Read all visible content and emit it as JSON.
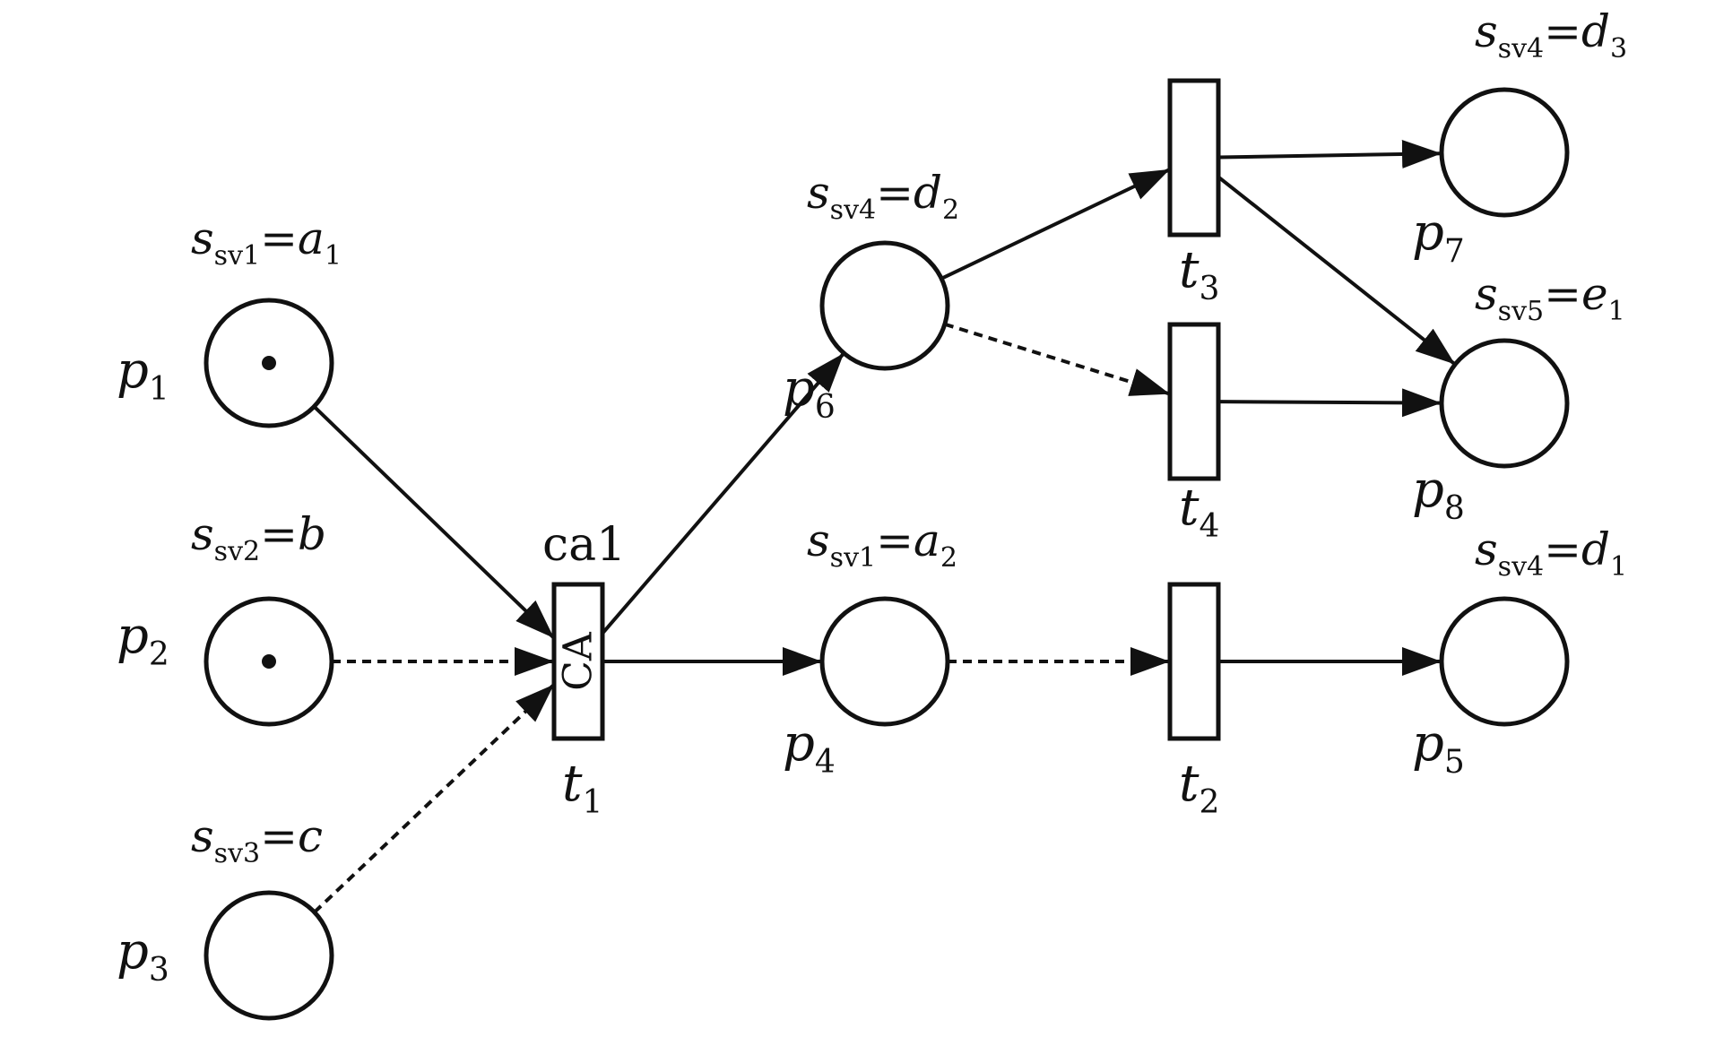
{
  "places": [
    {
      "id": "p1",
      "name": {
        "main": "p",
        "sub": "1"
      },
      "tokens": 1,
      "state": {
        "var": "s",
        "sub": "sv1",
        "eq": "=",
        "val": "a",
        "val_sub": "1"
      }
    },
    {
      "id": "p2",
      "name": {
        "main": "p",
        "sub": "2"
      },
      "tokens": 1,
      "state": {
        "var": "s",
        "sub": "sv2",
        "eq": "=",
        "val": "b",
        "val_sub": ""
      }
    },
    {
      "id": "p3",
      "name": {
        "main": "p",
        "sub": "3"
      },
      "tokens": 0,
      "state": {
        "var": "s",
        "sub": "sv3",
        "eq": "=",
        "val": "c",
        "val_sub": ""
      }
    },
    {
      "id": "p4",
      "name": {
        "main": "p",
        "sub": "4"
      },
      "tokens": 0,
      "state": {
        "var": "s",
        "sub": "sv1",
        "eq": "=",
        "val": "a",
        "val_sub": "2"
      }
    },
    {
      "id": "p5",
      "name": {
        "main": "p",
        "sub": "5"
      },
      "tokens": 0,
      "state": {
        "var": "s",
        "sub": "sv4",
        "eq": "=",
        "val": "d",
        "val_sub": "1"
      }
    },
    {
      "id": "p6",
      "name": {
        "main": "p",
        "sub": "6"
      },
      "tokens": 0,
      "state": {
        "var": "s",
        "sub": "sv4",
        "eq": "=",
        "val": "d",
        "val_sub": "2"
      }
    },
    {
      "id": "p7",
      "name": {
        "main": "p",
        "sub": "7"
      },
      "tokens": 0,
      "state": {
        "var": "s",
        "sub": "sv4",
        "eq": "=",
        "val": "d",
        "val_sub": "3"
      }
    },
    {
      "id": "p8",
      "name": {
        "main": "p",
        "sub": "8"
      },
      "tokens": 0,
      "state": {
        "var": "s",
        "sub": "sv5",
        "eq": "=",
        "val": "e",
        "val_sub": "1"
      }
    }
  ],
  "transitions": [
    {
      "id": "t1",
      "name": {
        "main": "t",
        "sub": "1"
      },
      "inner_text": "CA",
      "top_label": "ca1"
    },
    {
      "id": "t2",
      "name": {
        "main": "t",
        "sub": "2"
      },
      "inner_text": "",
      "top_label": ""
    },
    {
      "id": "t3",
      "name": {
        "main": "t",
        "sub": "3"
      },
      "inner_text": "",
      "top_label": ""
    },
    {
      "id": "t4",
      "name": {
        "main": "t",
        "sub": "4"
      },
      "inner_text": "",
      "top_label": ""
    }
  ],
  "arcs": [
    {
      "from": "p1",
      "to": "t1",
      "style": "solid"
    },
    {
      "from": "p2",
      "to": "t1",
      "style": "dashed"
    },
    {
      "from": "p3",
      "to": "t1",
      "style": "dashed"
    },
    {
      "from": "t1",
      "to": "p6",
      "style": "solid"
    },
    {
      "from": "t1",
      "to": "p4",
      "style": "solid"
    },
    {
      "from": "p6",
      "to": "t3",
      "style": "solid"
    },
    {
      "from": "p6",
      "to": "t4",
      "style": "dashed"
    },
    {
      "from": "p4",
      "to": "t2",
      "style": "dashed"
    },
    {
      "from": "t2",
      "to": "p5",
      "style": "solid"
    },
    {
      "from": "t3",
      "to": "p7",
      "style": "solid"
    },
    {
      "from": "t3",
      "to": "p8",
      "style": "solid"
    },
    {
      "from": "t4",
      "to": "p8",
      "style": "solid"
    }
  ]
}
